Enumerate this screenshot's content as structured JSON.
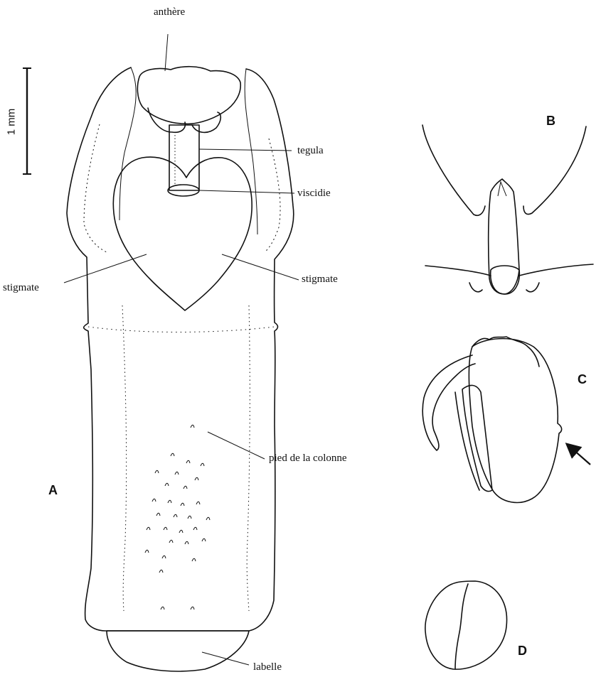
{
  "labels": {
    "anthere": "anthère",
    "tegula": "tegula",
    "viscidie": "viscidie",
    "stigmate_left": "stigmate",
    "stigmate_right": "stigmate",
    "pied": "pied de la colonne",
    "labelle": "labelle"
  },
  "scale_bar": "1 mm",
  "panels": {
    "a": "A",
    "b": "B",
    "c": "C",
    "d": "D"
  },
  "colors": {
    "ink": "#111111",
    "background": "#ffffff"
  }
}
